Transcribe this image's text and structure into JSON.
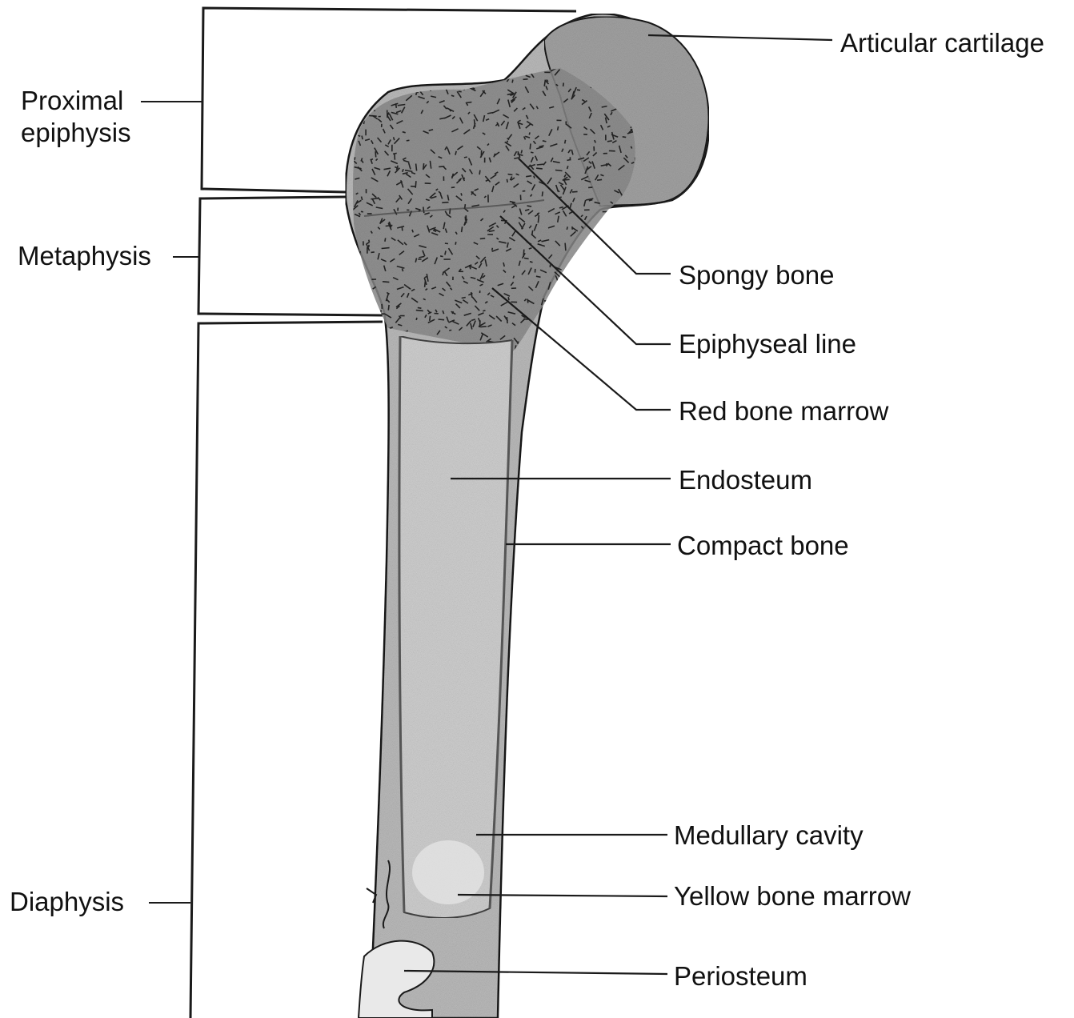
{
  "figure": {
    "region_labels": {
      "proximal_epiphysis": [
        "Proximal",
        "epiphysis"
      ],
      "metaphysis": "Metaphysis",
      "diaphysis": "Diaphysis"
    },
    "structure_labels": {
      "articular_cartilage": "Articular cartilage",
      "spongy_bone": "Spongy bone",
      "epiphyseal_line": "Epiphyseal line",
      "red_bone_marrow": "Red bone marrow",
      "endosteum": "Endosteum",
      "compact_bone": "Compact bone",
      "medullary_cavity": "Medullary cavity",
      "yellow_bone_marrow": "Yellow bone marrow",
      "periosteum": "Periosteum"
    },
    "colors": {
      "line": "#1a1a1a",
      "bone_fill": "#bdbdbd",
      "head_fill": "#a8a8a8",
      "cavity_fill": "#cfcfcf",
      "spongy_speckle": "#2a2a2a"
    }
  }
}
